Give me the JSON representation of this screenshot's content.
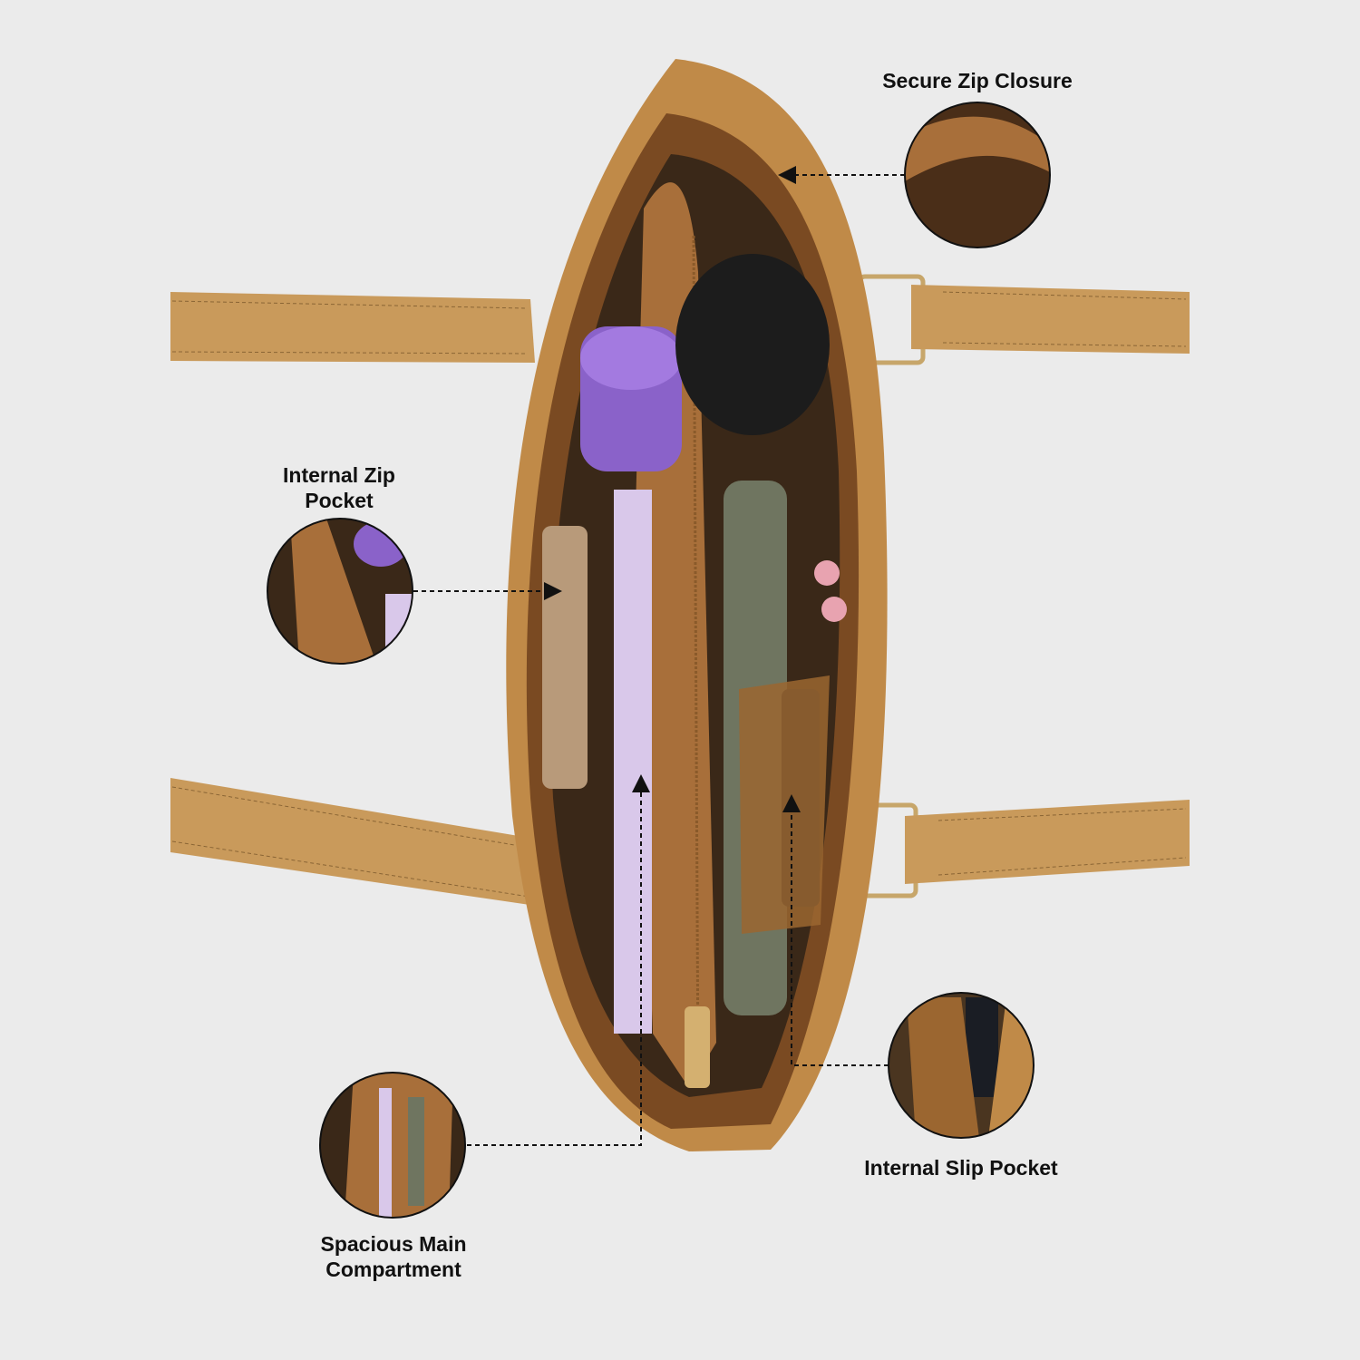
{
  "callouts": {
    "secure_zip": {
      "label": "Secure Zip Closure"
    },
    "internal_zip": {
      "line1": "Internal Zip",
      "line2": "Pocket"
    },
    "slip_pocket": {
      "label": "Internal Slip Pocket"
    },
    "main_compartment": {
      "line1": "Spacious Main",
      "line2": "Compartment"
    }
  },
  "colors": {
    "background": "#ebebeb",
    "leather": "#c99a5b",
    "lining": "#a86f3a",
    "dark": "#3a2818",
    "bottle": "#8a62c9",
    "notebook": "#d9c8ea"
  }
}
